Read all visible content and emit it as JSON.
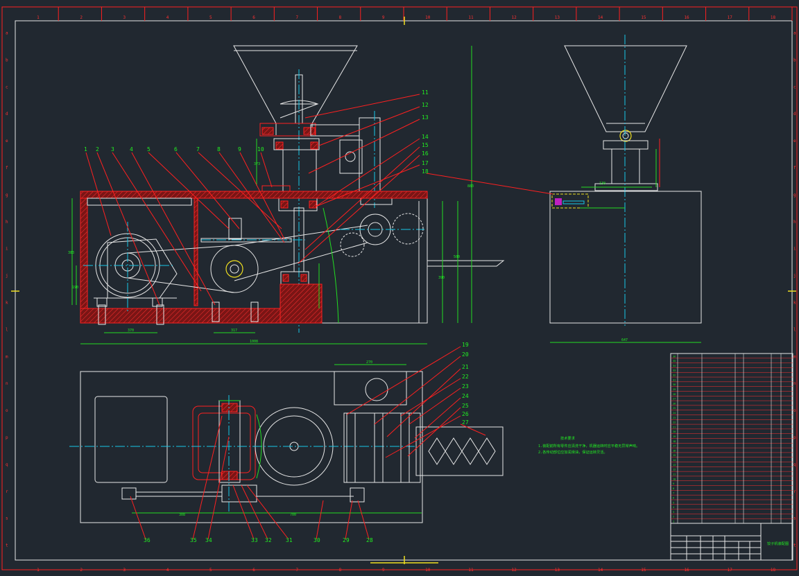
{
  "drawing": {
    "title_block": {
      "drawing_name": "饺子机装配图"
    },
    "tech_notes": {
      "heading": "技术要求",
      "lines": [
        "1.装配前所有零件应清洗干净，机器运转时应平稳无异常声响。",
        "2.各传动部位应加润滑油，保证运转灵活。"
      ]
    },
    "top_ruler": [
      "1",
      "2",
      "3",
      "4",
      "5",
      "6",
      "7",
      "8",
      "9",
      "10",
      "11",
      "12",
      "13",
      "14",
      "15",
      "16",
      "17",
      "18"
    ],
    "left_ruler": [
      "a",
      "b",
      "c",
      "d",
      "e",
      "f",
      "g",
      "h",
      "i",
      "j",
      "k",
      "l",
      "m",
      "n",
      "o",
      "p",
      "q",
      "r",
      "s",
      "t"
    ],
    "front_view_callouts": [
      "1",
      "2",
      "3",
      "4",
      "5",
      "6",
      "7",
      "8",
      "9",
      "10"
    ],
    "right_callouts_upper": [
      "11",
      "12",
      "13",
      "14",
      "15",
      "16",
      "17",
      "18"
    ],
    "right_callouts_lower": [
      "19",
      "20",
      "21",
      "22",
      "23",
      "24",
      "25",
      "26",
      "27"
    ],
    "bottom_callouts": [
      "36",
      "35",
      "34",
      "33",
      "32",
      "31",
      "30",
      "29",
      "28"
    ],
    "dims": {
      "front_width": "1008",
      "motor_width": "370",
      "base_right": "317",
      "right_view_width": "647",
      "upper_height": "883",
      "mid_height": "500",
      "side_h1": "390",
      "top_plan": "270",
      "plan_left": "308",
      "plan_mid": "700",
      "side_h2": "383",
      "side_h3": "190",
      "side_h4": "373",
      "small": "130"
    },
    "bom_rows": [
      "36",
      "35",
      "34",
      "33",
      "32",
      "31",
      "30",
      "29",
      "28",
      "27",
      "26",
      "25",
      "24",
      "23",
      "22",
      "21",
      "20",
      "19",
      "18",
      "17",
      "16",
      "15",
      "14",
      "13",
      "12",
      "11",
      "10",
      "9",
      "8",
      "7",
      "6",
      "5",
      "4",
      "3",
      "2",
      "1"
    ]
  }
}
